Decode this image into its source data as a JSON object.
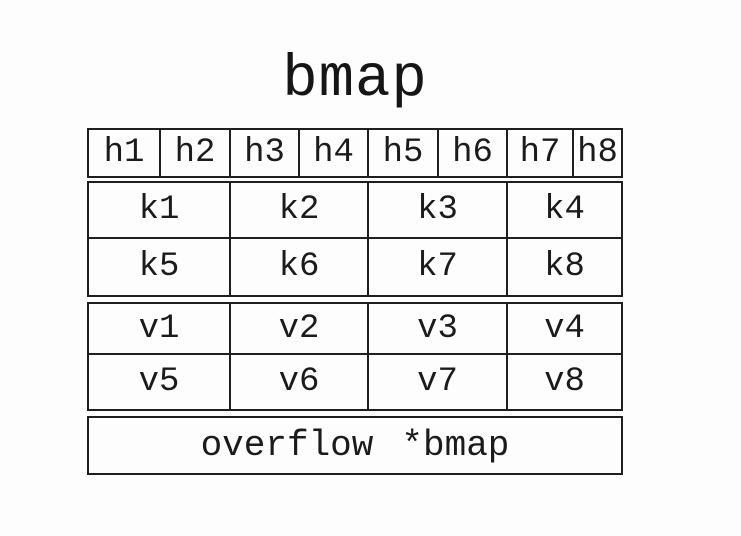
{
  "title": "bmap",
  "diagram": {
    "tophash_row": {
      "cells": [
        "h1",
        "h2",
        "h3",
        "h4",
        "h5",
        "h6",
        "h7",
        "h8"
      ]
    },
    "keys_block": {
      "rows": [
        [
          "k1",
          "k2",
          "k3",
          "k4"
        ],
        [
          "k5",
          "k6",
          "k7",
          "k8"
        ]
      ]
    },
    "values_block": {
      "rows": [
        [
          "v1",
          "v2",
          "v3",
          "v4"
        ],
        [
          "v5",
          "v6",
          "v7",
          "v8"
        ]
      ]
    },
    "overflow_row": {
      "field_name": "overflow",
      "field_type": "*bmap"
    }
  },
  "colors": {
    "line": "#1f1f1f",
    "text": "#1b1b1b",
    "background": "#fdfdfd"
  }
}
